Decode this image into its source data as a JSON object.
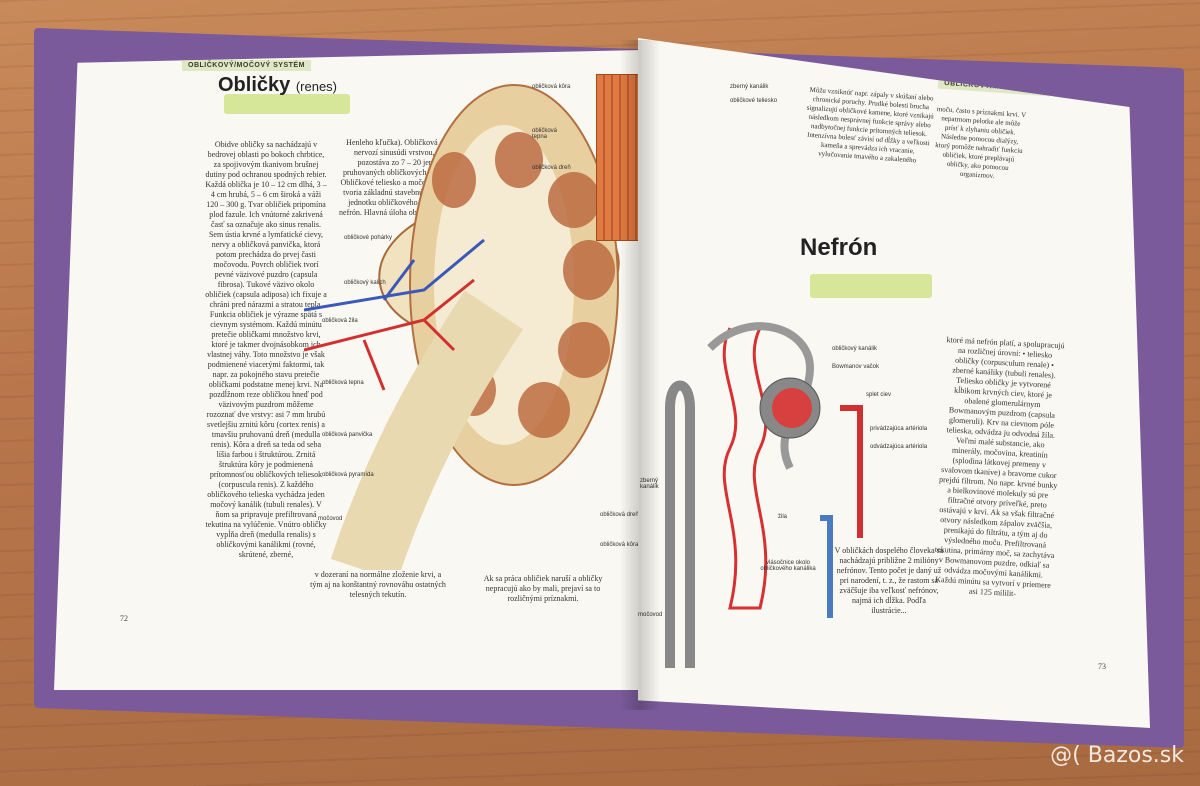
{
  "left_page": {
    "section_header": "OBLIČKOVÝ/MOČOVÝ SYSTÉM",
    "title": "Obličky",
    "title_latin": "(renes)",
    "page_number": "72",
    "col1": "Obidve obličky sa nachádzajú v bedrovej oblasti po bokoch chrbtice, za spojivovým tkanivom brušnej dutiny pod ochranou spodných rebier. Každá oblička je 10 – 12 cm dlhá, 3 – 4 cm hrubá, 5 – 6 cm široká a váži 120 – 300 g. Tvar obličiek pripomína plod fazule. Ich vnútorné zakrivená časť sa označuje ako sinus renalis. Sem ústia krvné a lymfatické cievy, nervy a obličková panvička, ktorá potom prechádza do prvej časti močovodu. Povrch obličiek tvorí pevné väzivové puzdro (capsula fibrosa). Tukové väzivo okolo obličiek (capsula adiposa) ich fixuje a chráni pred nárazmi a stratou tepla. Funkcia obličiek je výrazne spätá s cievnym systémom. Každú minútu pretečie obličkami množstvo krvi, ktoré je takmer dvojnásobkom ich vlastnej váhy. Toto množstvo je však podmienené viacerými faktormi, tak napr. za pokojného stavu pretečie obličkami podstatne menej krvi. Na pozdĺžnom reze obličkou hneď pod väzivovým puzdrom môžeme rozoznať dve vrstvy: asi 7 mm hrubú svetlejšiu zrnitú kôru (cortex renis) a tmavšiu pruhovanú dreň (medulla renis). Kôra a dreň sa teda od seba líšia farbou i štruktúrou. Zrnitá štruktúra kôry je podmienená prítomnosťou obličkových teliesok (corpuscula renis). Z každého obličkového telieska vychádza jeden močový kanálik (tubuli renales). V ňom sa pripravuje prefiltrovaná tekutina na vylúčenie. Vnútro obličky vypĺňa dreň (medulla renalis) s obličkovými kanálikmi (rovné, skrútené, zberné,",
    "col2_top": "Henleho kľučka). Obličková dreň nervozí sinusúdi vrstvou, ale pozostáva zo 7 – 20 jemne pruhovaných obličkových pyramíd. Obličkové teliesko a močový kanálik tvoria základnú stavebnú a funkčnú jednotku obličkového systému – nefrón. Hlavná úloha obličiek spočíva",
    "col2_bottom": "v dozeraní na normálne zloženie krvi, a tým aj na konštantný rovnováhu ostatných telesných tekutín.",
    "col3_bottom": "Ak sa práca obličiek naruší a obličky nepracujú ako by mali, prejaví sa to rozličnými príznakmi.",
    "labels": [
      "obličková kôra",
      "obličková tepna",
      "obličková dreň",
      "obličkové pohárky",
      "obličkový kalich",
      "obličková žila",
      "obličková tepna",
      "obličková panvička",
      "obličková pyramída",
      "močovod",
      "obličková dreň",
      "obličková kôra"
    ]
  },
  "right_page": {
    "section_header": "OBLIČKOVÝ/MOČOVÝ SYSTÉM",
    "title": "Nefrón",
    "page_number": "73",
    "top_labels": [
      "zberný kanálik",
      "obličkové teliesko"
    ],
    "top_text": "Môžu vzniknúť napr. zápaly v skúšaní alebo chronické poruchy. Prudké bolesti brucha signalizujú obličkové kamene, ktoré vznikajú následkom nesprávnej funkcie správy alebo nadbytočnej funkcie prítomných teliesok. Intenzívna bolesť závisí od dĺžky a veľkosti kameňa a sprevádza ich vracanie, vylučovanie tmavého a zakaleného",
    "top_text_right": "moču, často s príznakmi krvi. V nepatrnom pelotke ale môže prísť k zlyhaniu obličiek. Následne pomocou dialýzy, ktorý pomôže nahradiť funkciu obličiek, ktoré preplávajú obličky, ako pomocou organizmov.",
    "nephron_labels": [
      "obličkový kanálik",
      "Bowmanov vačok",
      "splet ciev",
      "privádzajúca artériola",
      "odvádzajúca artériola",
      "žila",
      "vlásočnice okolo obličkového kanálika",
      "zberný kanálik",
      "močovod"
    ],
    "mid_text": "V obličkách dospelého človeka sa nachádzajú približne 2 milióny nefrónov. Tento počet je daný už pri narodení, t. z., že rastom sa zväčšuje iba veľkosť nefrónov, najmä ich dĺžka. Podľa ilustrácie...",
    "right_col_text": "ktoré má nefrón platí, a spolupracujú na rozličnej úrovni: • teliesko obličky (corpusculum renale) • zberné kanáliky (tubuli renales). Teliesko obličky je vytvorené kĺbikom krvných ciev, ktoré je obalené glomerulárnym Bowmanovým puzdrom (capsula glomeruli). Krv na cievnom póle telieska, odvádza ju odvodná žila. Veľmi malé substancie, ako minerály, močovina, kreatinín (splodina látkovej premeny v svalovom tkanive) a bravorne cukor prejdú filtrom. No napr. krvné bunky a bielkovinové molekuly sú pre filtračné otvory priveľké, preto ostávajú v krvi. Ak sa však filtračné otvory následkom zápalov zväčšia, prenikajú do filtrátu, a tým aj do výsledného moču. Prefiltrovaná tekutina, primárny moč, sa zachytáva v Bowmanovom puzdre, odkiaľ sa odvádza močovými kanálikmi. Každú minútu sa vytvorí v priemere asi 125 mililit-"
  },
  "watermark": "@( Bazos.sk"
}
